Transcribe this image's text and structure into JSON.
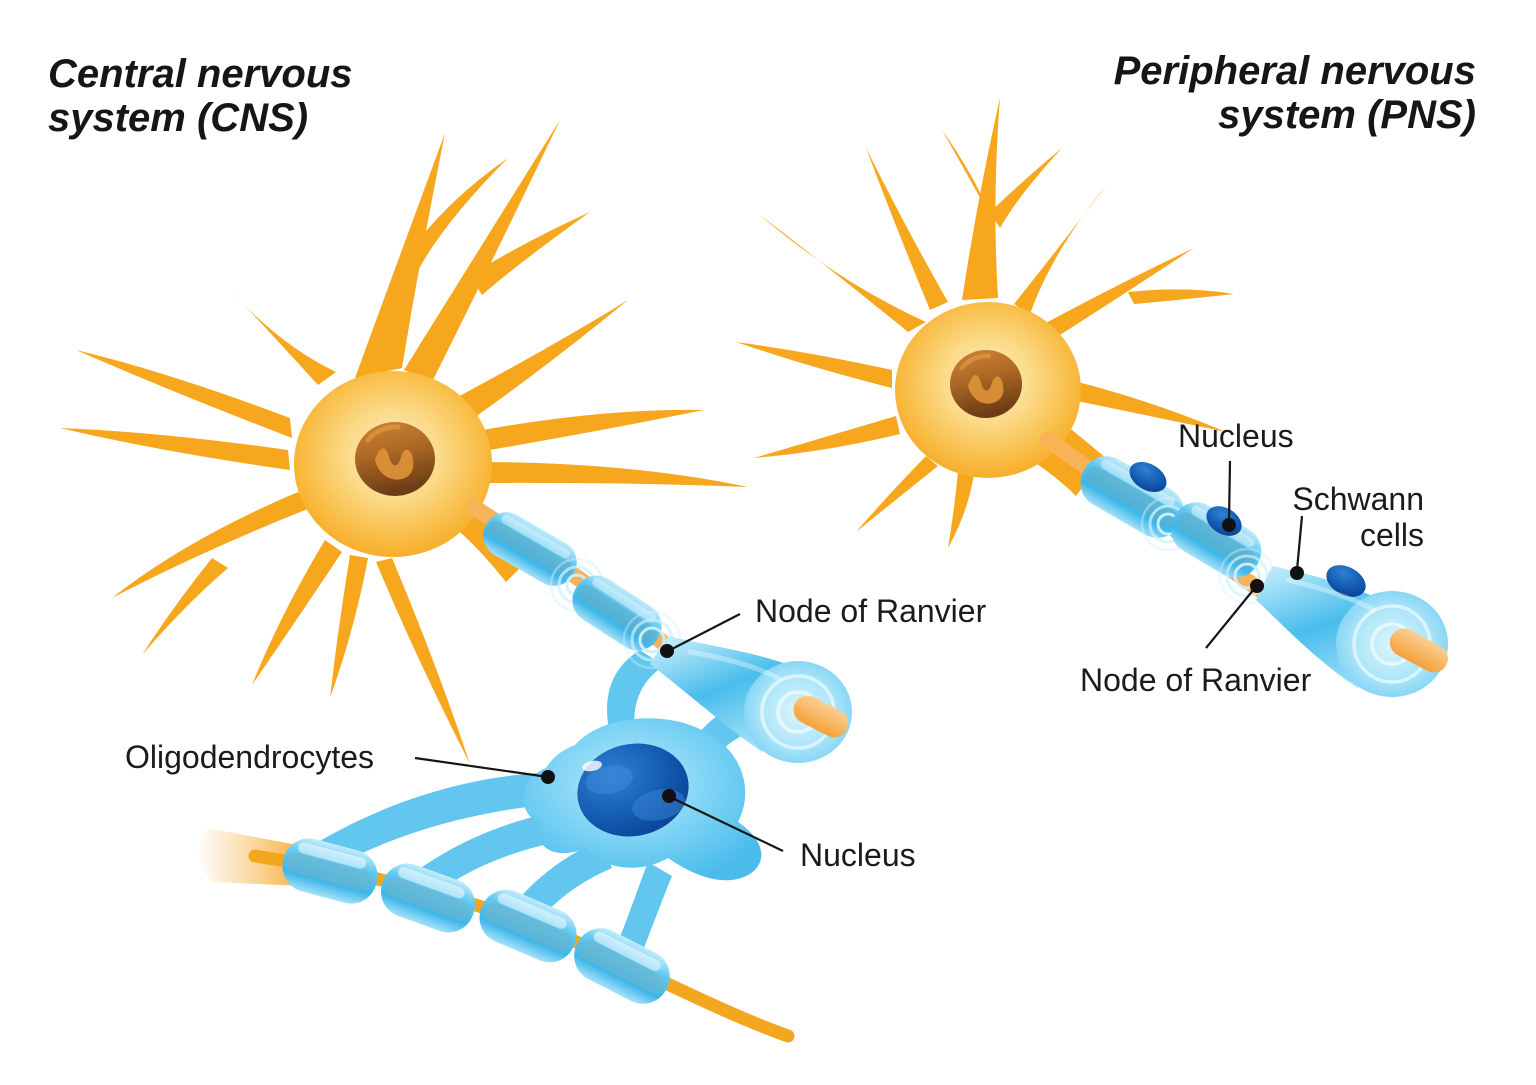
{
  "diagram": {
    "background": "#FFFFFF",
    "title_cns": {
      "line1": "Central nervous",
      "line2": "system (CNS)"
    },
    "title_pns": {
      "line1": "Peripheral nervous",
      "line2": "system (PNS)"
    },
    "labels": {
      "cns_node_of_ranvier": "Node of Ranvier",
      "oligodendrocytes": "Oligodendrocytes",
      "cns_glial_nucleus": "Nucleus",
      "pns_schwann_nucleus": "Nucleus",
      "schwann_cells_line1": "Schwann",
      "schwann_cells_line2": "cells",
      "pns_node_of_ranvier": "Node of Ranvier"
    },
    "colors": {
      "neuron_body": "#F6A71E",
      "neuron_body_glow": "#FBDC96",
      "neuron_nucleus": "#8A4D1D",
      "myelin_blue": "#4FBFED",
      "myelin_light": "#A9E3F9",
      "glial_nucleus_blue": "#0C4DA2",
      "axon_orange": "#F6A93E",
      "label_text": "#1B1B1B"
    }
  }
}
